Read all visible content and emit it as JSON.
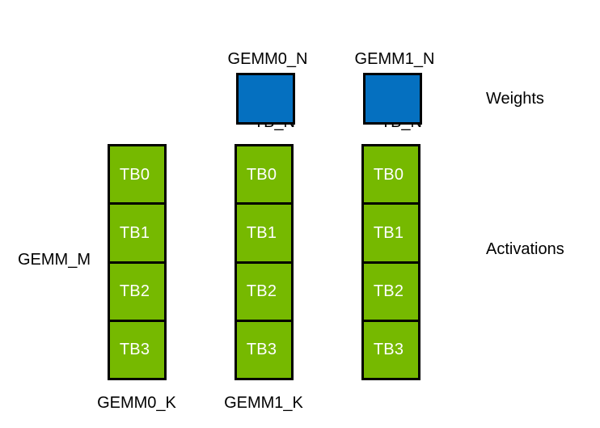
{
  "figure": {
    "background_color": "#ffffff",
    "weights_color": "#0570C0",
    "activations_color": "#76B900",
    "border_color": "#000000",
    "tb_text_color": "#ffffff"
  },
  "top_labels": [
    {
      "line1": "GEMM0_N",
      "line2": "= TB_N"
    },
    {
      "line1": "GEMM1_N",
      "line2": "= TB_N"
    }
  ],
  "side_labels": {
    "weights": "Weights",
    "activations": "Activations",
    "gemm_m": "GEMM_M"
  },
  "bottom_labels": [
    "GEMM0_K",
    "GEMM1_K"
  ],
  "weight_blocks": [
    {
      "name": "gemm0-weights"
    },
    {
      "name": "gemm1-weights"
    }
  ],
  "activation_columns": [
    {
      "name": "gemm0-activations-input",
      "cells": [
        "TB0",
        "TB1",
        "TB2",
        "TB3"
      ]
    },
    {
      "name": "gemm0-activations-output",
      "cells": [
        "TB0",
        "TB1",
        "TB2",
        "TB3"
      ]
    },
    {
      "name": "gemm1-activations-output",
      "cells": [
        "TB0",
        "TB1",
        "TB2",
        "TB3"
      ]
    }
  ]
}
